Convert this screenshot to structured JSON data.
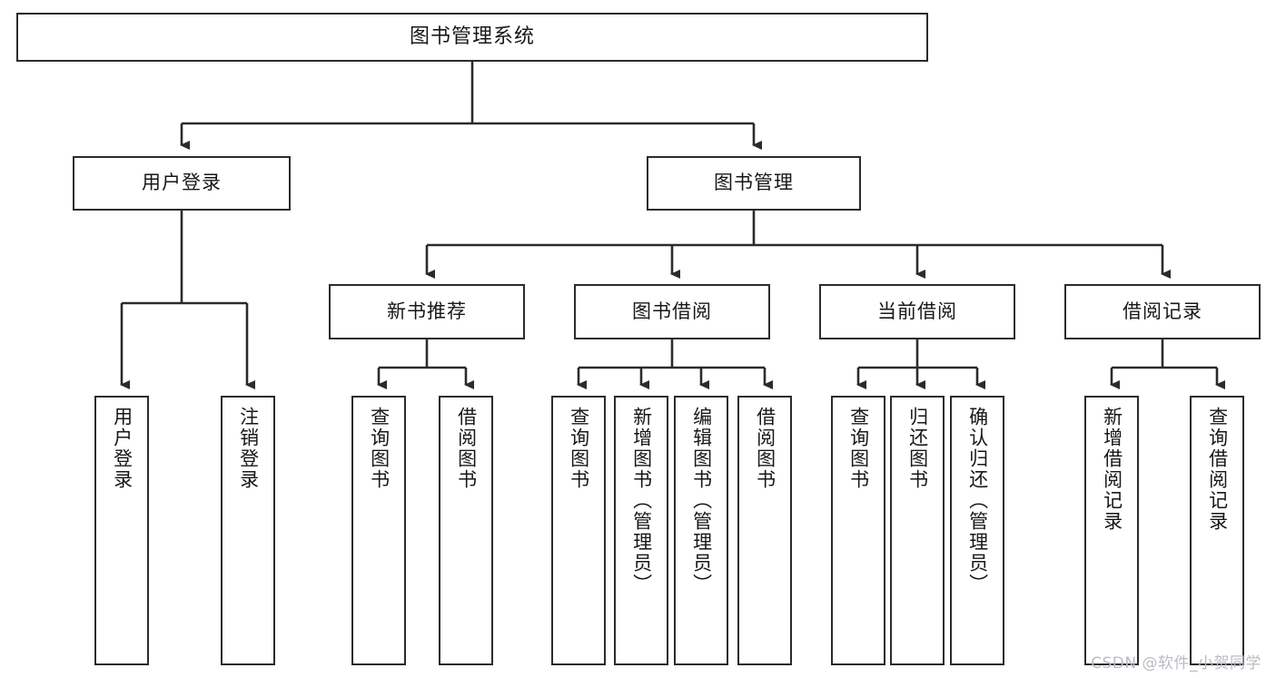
{
  "diagram": {
    "title": "图书管理系统",
    "type": "hierarchy-tree",
    "root": {
      "label": "图书管理系统"
    },
    "level1": [
      {
        "label": "用户登录"
      },
      {
        "label": "图书管理"
      }
    ],
    "level2": [
      {
        "label": "新书推荐"
      },
      {
        "label": "图书借阅"
      },
      {
        "label": "当前借阅"
      },
      {
        "label": "借阅记录"
      }
    ],
    "leaves": {
      "user_login": [
        "用户登录",
        "注销登录"
      ],
      "new_book_recommend": [
        "查询图书",
        "借阅图书"
      ],
      "book_borrow": [
        "查询图书",
        "新增图书（管理员）",
        "编辑图书（管理员）",
        "借阅图书"
      ],
      "current_borrow": [
        "查询图书",
        "归还图书",
        "确认归还（管理员）"
      ],
      "borrow_record": [
        "新增借阅记录",
        "查询借阅记录"
      ]
    }
  },
  "watermark": {
    "text": "CSDN @软件_小贺同学"
  },
  "colors": {
    "border": "#2b2b2b",
    "background": "#ffffff",
    "text": "#15171a",
    "watermark": "#b9bcc2"
  }
}
